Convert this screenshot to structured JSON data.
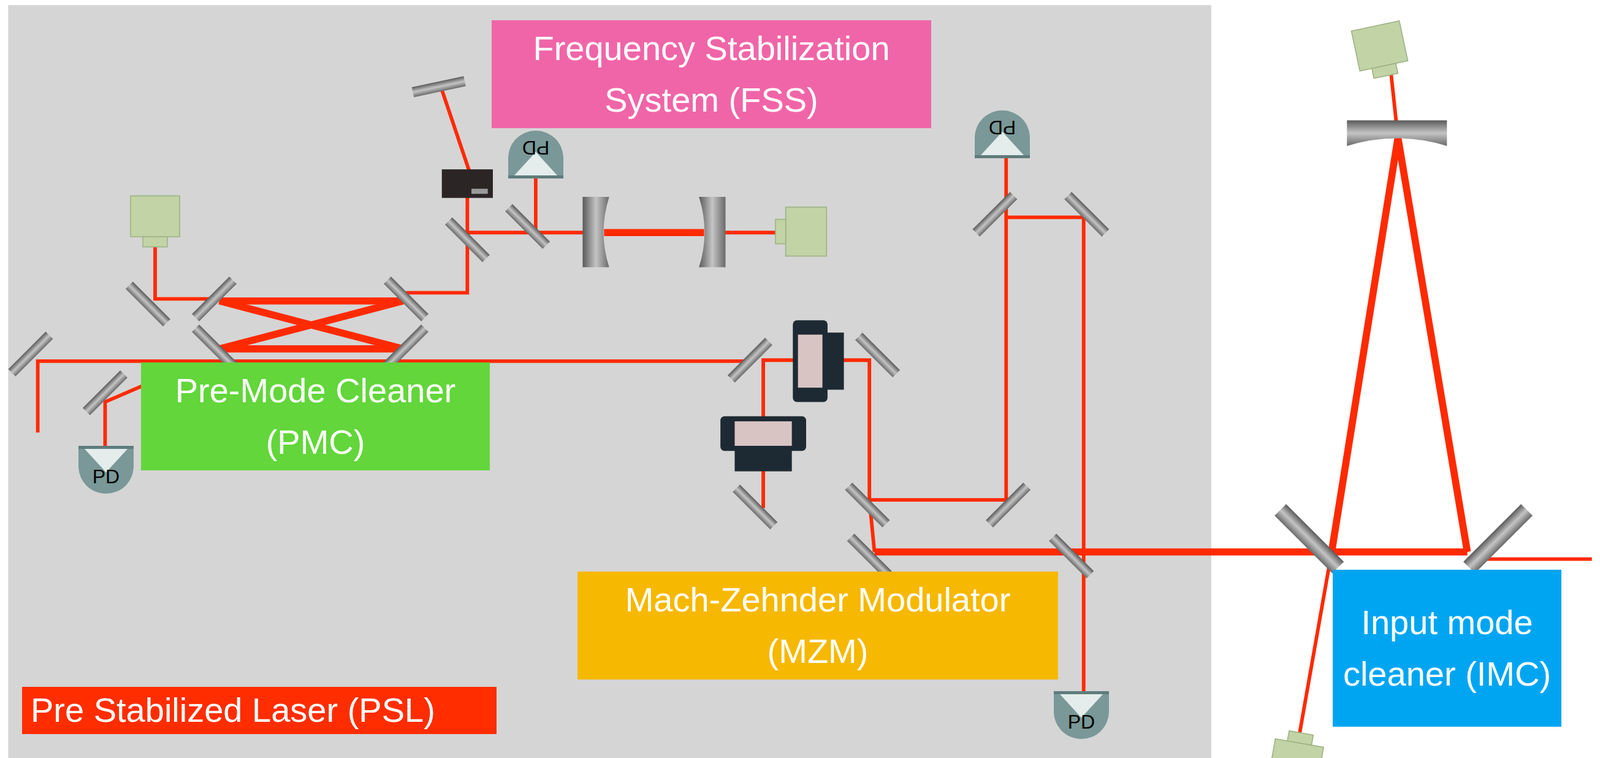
{
  "diagram": {
    "nodes": [
      {
        "text": [
          "Pre Stabilized Laser (PSL)"
        ]
      },
      {
        "text": [
          "Frequency Stabilization System (FSS)"
        ],
        "in": 0
      },
      {
        "text": [
          "Pre-Mode Cleaner (PMC)"
        ],
        "in": 0
      },
      {
        "text": [
          "Mach-Zehnder Modulator (MZM)"
        ],
        "in": 0
      },
      {
        "text": [
          "PD"
        ],
        "in": 0
      },
      {
        "text": [
          "PD"
        ],
        "in": 0
      },
      {
        "text": [
          "PD"
        ],
        "in": 0
      },
      {
        "text": [
          "PD"
        ],
        "in": 0
      },
      {
        "text": [
          "Input mode cleaner (IMC)"
        ]
      }
    ]
  }
}
